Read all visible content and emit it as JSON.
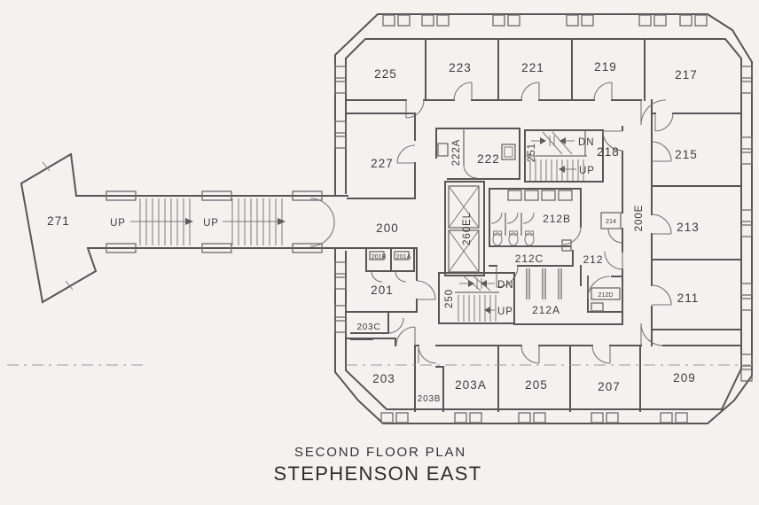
{
  "title": {
    "subtitle": "SECOND FLOOR PLAN",
    "name": "STEPHENSON EAST"
  },
  "rooms": {
    "271": "271",
    "225": "225",
    "223": "223",
    "221": "221",
    "219": "219",
    "217": "217",
    "227": "227",
    "222": "222",
    "222A": "222A",
    "251": "251",
    "218": "218",
    "215": "215",
    "213": "213",
    "211": "211",
    "209": "209",
    "207": "207",
    "205": "205",
    "203A": "203A",
    "203": "203",
    "203B": "203B",
    "203C": "203C",
    "201": "201",
    "201A": "201A",
    "201B": "201B",
    "200": "200",
    "200E": "200E",
    "260EL": "260EL",
    "212": "212",
    "212A": "212A",
    "212B": "212B",
    "212C": "212C",
    "212D": "212D",
    "214": "214",
    "250": "250"
  },
  "stairs": {
    "up": "UP",
    "dn": "DN"
  },
  "colors": {
    "paper": "#f3f2ef",
    "wall": "#565656",
    "ink": "#3c3c3c"
  }
}
